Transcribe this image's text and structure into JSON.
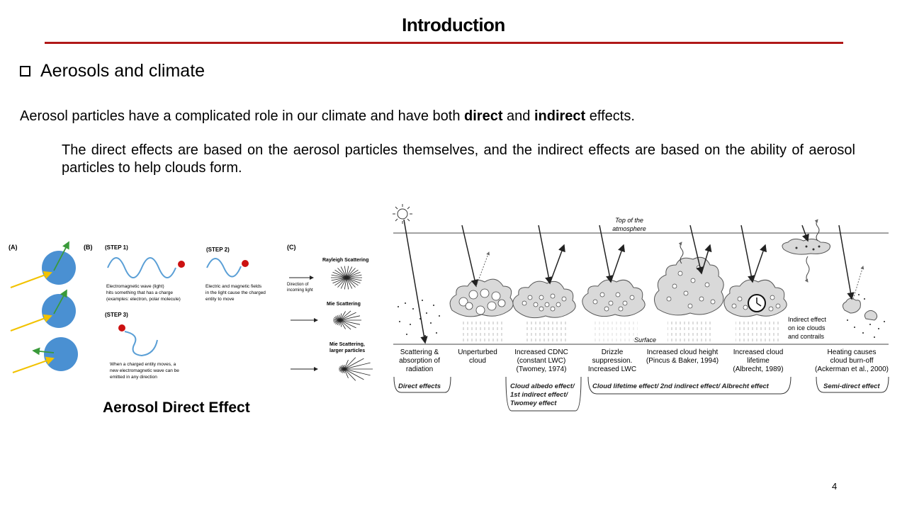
{
  "slide": {
    "title": "Introduction",
    "rule_color": "#b01818",
    "bullet_heading": "Aerosols and climate",
    "intro": {
      "before_direct": "Aerosol particles have a complicated role in our climate and have both ",
      "direct": "direct",
      "middle": " and ",
      "indirect": "indirect",
      "after": " effects."
    },
    "detail": "The direct effects are based on the aerosol particles themselves, and the indirect effects are based on the ability of aerosol particles to help clouds form.",
    "page_number": "4"
  },
  "figure_left": {
    "caption": "Aerosol Direct Effect",
    "panel_a": {
      "label": "(A)"
    },
    "panel_b": {
      "label": "(B)",
      "step1": {
        "title": "(STEP 1)",
        "lines": [
          "Electromagnetic wave (light)",
          "hits something that has a charge",
          "(examples: electron, polar molecule)"
        ]
      },
      "step2": {
        "title": "(STEP 2)",
        "lines": [
          "Electric and magnetic fields",
          "in the light cause the charged",
          "entity to move"
        ]
      },
      "step3": {
        "title": "(STEP 3)",
        "lines": [
          "When a charged entity moves, a",
          "new electromagnetic wave can be",
          "emitted in any direction"
        ]
      }
    },
    "panel_c": {
      "label": "(C)",
      "incoming": [
        "Direction of",
        "incoming light"
      ],
      "rayleigh": "Rayleigh Scattering",
      "mie": "Mie Scattering",
      "mie_large": [
        "Mie Scattering,",
        "larger particles"
      ]
    },
    "colors": {
      "particle": "#4a90d2",
      "incoming_ray": "#f2c200",
      "scattered_ray": "#3a9a3a",
      "wave": "#5a9fd6",
      "charge": "#cc1111"
    }
  },
  "figure_right": {
    "top_label": [
      "Top of the",
      "atmosphere"
    ],
    "surface_label": "Surface",
    "ice_label": [
      "Indirect effect",
      "on ice clouds",
      "and contrails"
    ],
    "columns": [
      {
        "name": "scattering",
        "lines": [
          "Scattering &",
          "absorption of",
          "radiation"
        ]
      },
      {
        "name": "unperturbed",
        "lines": [
          "Unperturbed",
          "cloud"
        ]
      },
      {
        "name": "cdnc",
        "lines": [
          "Increased CDNC",
          "(constant LWC)",
          "(Twomey, 1974)"
        ]
      },
      {
        "name": "drizzle",
        "lines": [
          "Drizzle",
          "suppression.",
          "Increased LWC"
        ]
      },
      {
        "name": "height",
        "lines": [
          "Increased cloud height",
          "(Pincus & Baker, 1994)"
        ]
      },
      {
        "name": "lifetime",
        "lines": [
          "Increased cloud",
          "lifetime",
          "(Albrecht, 1989)"
        ]
      },
      {
        "name": "heating",
        "lines": [
          "Heating causes",
          "cloud  burn-off",
          "(Ackerman et al., 2000)"
        ]
      }
    ],
    "categories": {
      "direct": "Direct effects",
      "albedo": [
        "Cloud albedo effect/",
        "1st indirect effect/",
        "Twomey effect"
      ],
      "lifetime": "Cloud lifetime effect/ 2nd indirect effect/ Albrecht effect",
      "semi": "Semi-direct effect"
    }
  }
}
